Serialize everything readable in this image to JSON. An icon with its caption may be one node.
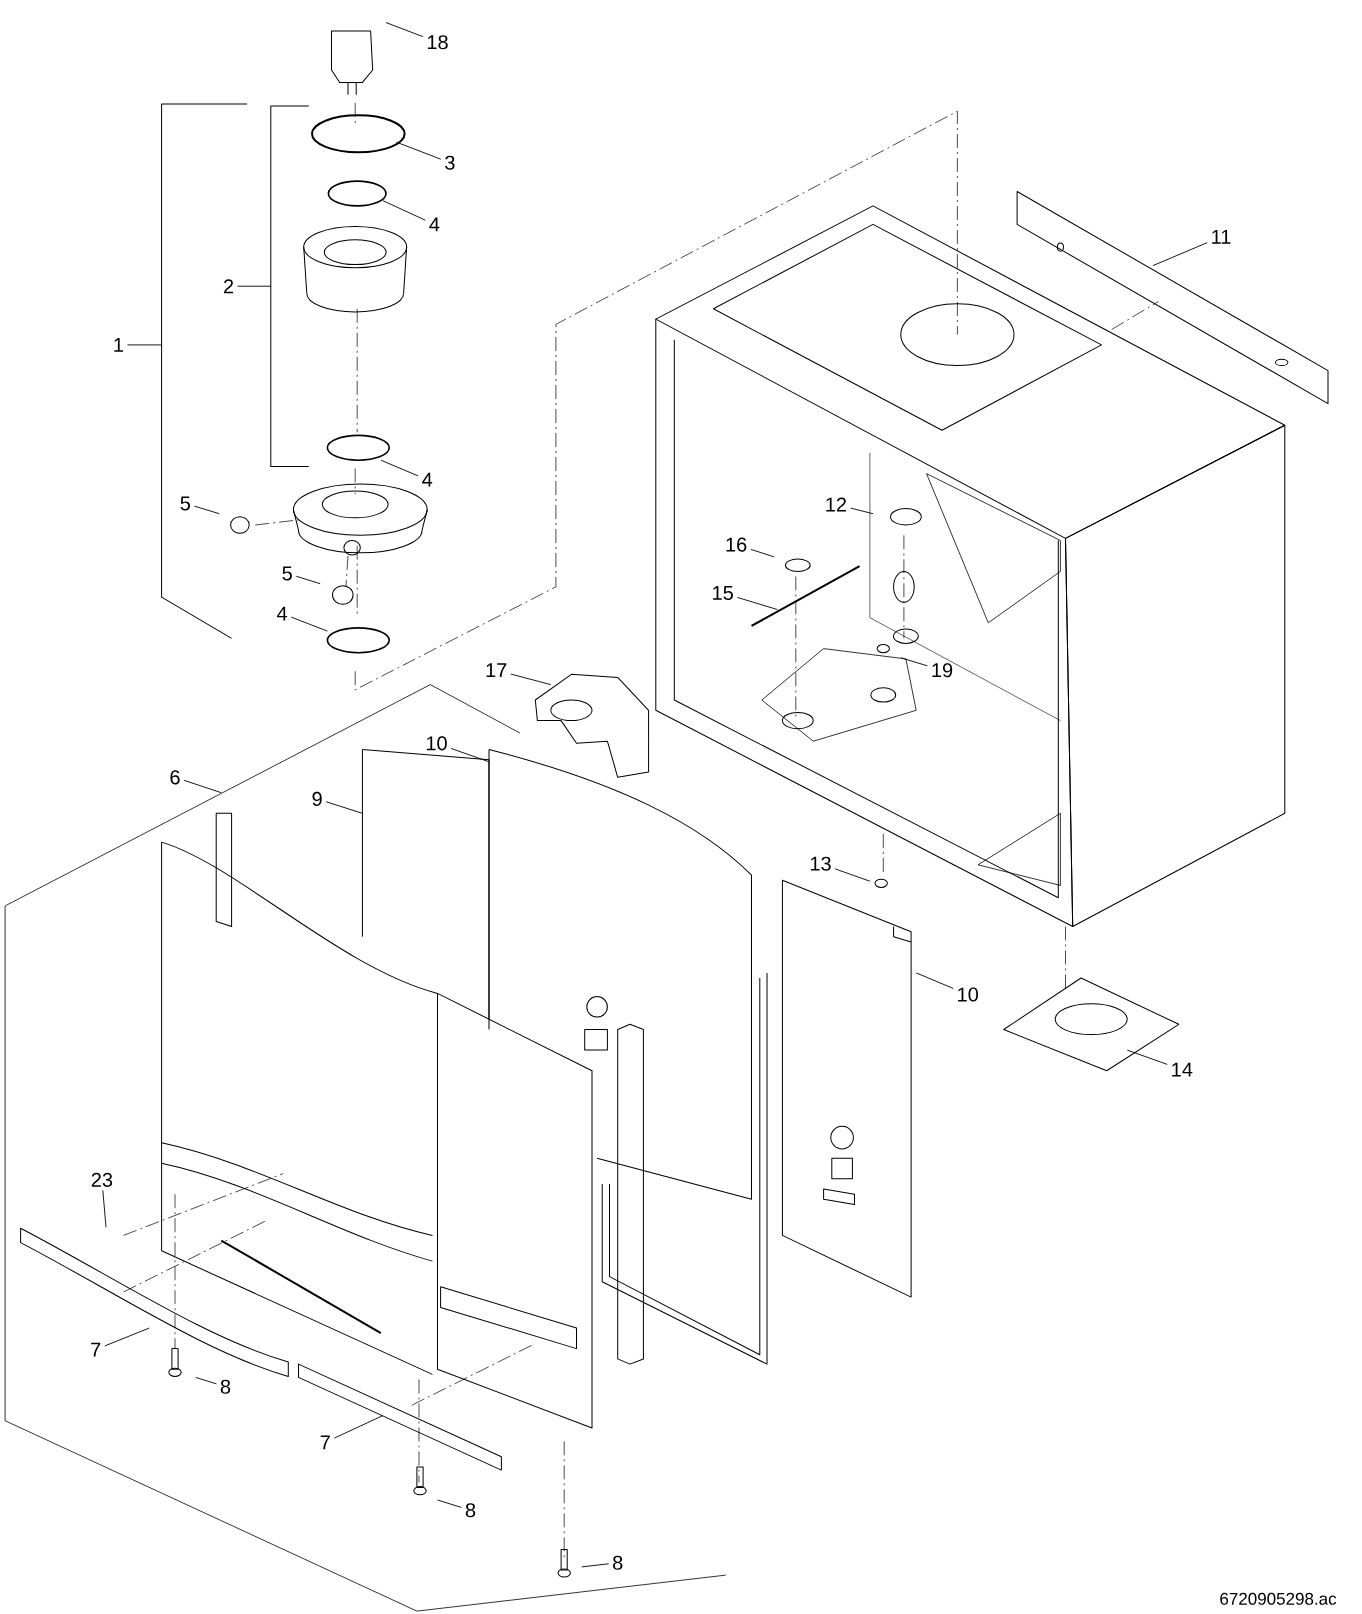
{
  "diagram": {
    "nodes": [
      {
        "text": [
          "18"
        ]
      },
      {
        "text": [
          "3"
        ]
      },
      {
        "text": [
          "4"
        ]
      },
      {
        "text": [
          "11"
        ]
      },
      {
        "text": [
          "2"
        ]
      },
      {
        "text": [
          "1"
        ]
      },
      {
        "text": [
          "4"
        ]
      },
      {
        "text": [
          "5"
        ]
      },
      {
        "text": [
          "12"
        ]
      },
      {
        "text": [
          "16"
        ]
      },
      {
        "text": [
          "5"
        ]
      },
      {
        "text": [
          "15"
        ]
      },
      {
        "text": [
          "4"
        ]
      },
      {
        "text": [
          "17"
        ]
      },
      {
        "text": [
          "19"
        ]
      },
      {
        "text": [
          "10"
        ]
      },
      {
        "text": [
          "6"
        ]
      },
      {
        "text": [
          "9"
        ]
      },
      {
        "text": [
          "13"
        ]
      },
      {
        "text": [
          "10"
        ]
      },
      {
        "text": [
          "14"
        ]
      },
      {
        "text": [
          "23"
        ]
      },
      {
        "text": [
          "7"
        ]
      },
      {
        "text": [
          "8"
        ]
      },
      {
        "text": [
          "7"
        ]
      },
      {
        "text": [
          "8"
        ]
      },
      {
        "text": [
          "8"
        ]
      }
    ],
    "edges": [
      {
        "from": 0,
        "to": null,
        "arrow": "none"
      },
      {
        "from": 1,
        "to": null,
        "arrow": "none"
      },
      {
        "from": 2,
        "to": null,
        "arrow": "none"
      },
      {
        "from": 3,
        "to": null,
        "arrow": "none"
      },
      {
        "from": 4,
        "to": null,
        "arrow": "none"
      },
      {
        "from": 5,
        "to": null,
        "arrow": "none"
      },
      {
        "from": 6,
        "to": null,
        "arrow": "none"
      },
      {
        "from": 7,
        "to": null,
        "arrow": "none"
      },
      {
        "from": 8,
        "to": null,
        "arrow": "none"
      },
      {
        "from": 9,
        "to": null,
        "arrow": "none"
      },
      {
        "from": 10,
        "to": null,
        "arrow": "none"
      },
      {
        "from": 11,
        "to": null,
        "arrow": "none"
      },
      {
        "from": 12,
        "to": null,
        "arrow": "none"
      },
      {
        "from": 13,
        "to": null,
        "arrow": "none"
      },
      {
        "from": 14,
        "to": null,
        "arrow": "none"
      },
      {
        "from": 15,
        "to": null,
        "arrow": "none"
      },
      {
        "from": 16,
        "to": null,
        "arrow": "none"
      },
      {
        "from": 17,
        "to": null,
        "arrow": "none"
      },
      {
        "from": 18,
        "to": null,
        "arrow": "none"
      },
      {
        "from": 19,
        "to": null,
        "arrow": "none"
      },
      {
        "from": 20,
        "to": null,
        "arrow": "none"
      },
      {
        "from": 21,
        "to": null,
        "arrow": "none"
      },
      {
        "from": 22,
        "to": null,
        "arrow": "none"
      },
      {
        "from": 23,
        "to": null,
        "arrow": "none"
      },
      {
        "from": 24,
        "to": null,
        "arrow": "none"
      },
      {
        "from": 25,
        "to": null,
        "arrow": "none"
      },
      {
        "from": 26,
        "to": null,
        "arrow": "none"
      }
    ],
    "labels": [
      "6720905298.ac"
    ]
  }
}
